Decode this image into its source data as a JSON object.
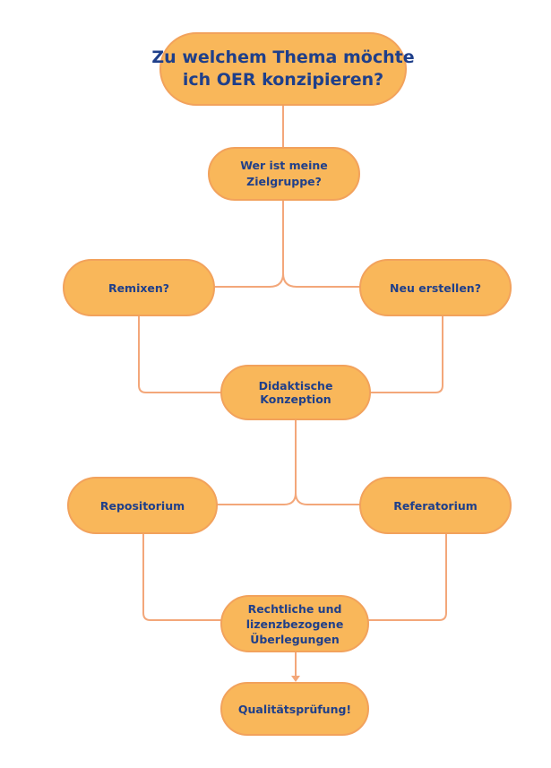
{
  "colors": {
    "node_fill": "#F9B75A",
    "node_border": "#F2A25C",
    "text": "#1F3F8A",
    "connector": "#F3A77A"
  },
  "nodes": {
    "title": {
      "line1": "Zu welchem Thema möchte",
      "line2": "ich OER konzipieren?"
    },
    "target_group": {
      "line1": "Wer ist meine",
      "line2": "Zielgruppe?"
    },
    "remix": "Remixen?",
    "create_new": "Neu erstellen?",
    "didactic": "Didaktische Konzeption",
    "repository": "Repositorium",
    "referatorium": "Referatorium",
    "legal": {
      "line1": "Rechtliche und",
      "line2": "lizenzbezogene",
      "line3": "Überlegungen"
    },
    "quality": "Qualitätsprüfung!"
  }
}
